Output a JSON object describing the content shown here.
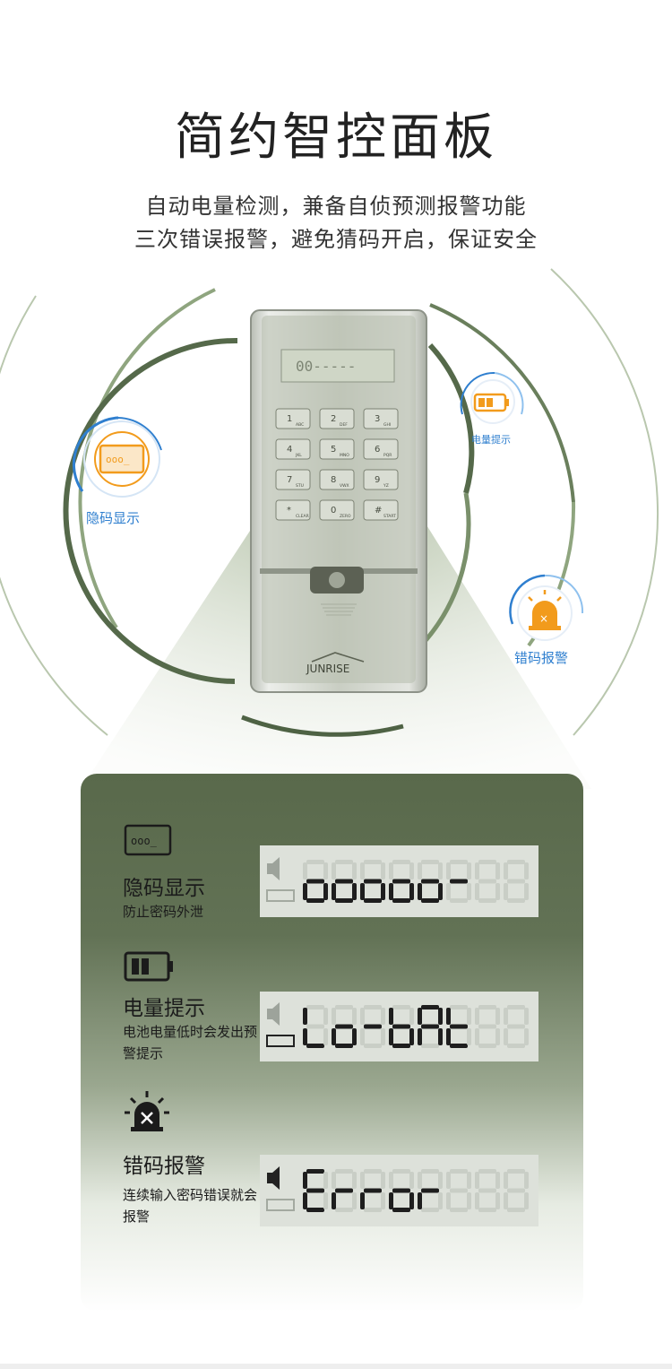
{
  "heading": {
    "title": "简约智控面板",
    "line1": "自动电量检测，兼备自侦预测报警功能",
    "line2": "三次错误报警，避免猜码开启，保证安全"
  },
  "product": {
    "display_text": "00-----",
    "keys": [
      {
        "main": "1",
        "sub": "ABC"
      },
      {
        "main": "2",
        "sub": "DEF"
      },
      {
        "main": "3",
        "sub": "GHI"
      },
      {
        "main": "4",
        "sub": "JKL"
      },
      {
        "main": "5",
        "sub": "MNO"
      },
      {
        "main": "6",
        "sub": "PQR"
      },
      {
        "main": "7",
        "sub": "STU"
      },
      {
        "main": "8",
        "sub": "VWX"
      },
      {
        "main": "9",
        "sub": "YZ"
      },
      {
        "main": "*",
        "sub": "CLEAR"
      },
      {
        "main": "0",
        "sub": "ZERO"
      },
      {
        "main": "#",
        "sub": "START"
      }
    ],
    "brand": "JUNRISE"
  },
  "badges": {
    "hidden_code": "隐码显示",
    "battery": "电量提示",
    "alarm": "错码报警"
  },
  "features": [
    {
      "name": "隐码显示",
      "desc": "防止密码外泄",
      "lcd": "ooooo-"
    },
    {
      "name": "电量提示",
      "desc": "电池电量低时会发出预警提示",
      "lcd": "Lo-bAt"
    },
    {
      "name": "错码报警",
      "desc": "连续输入密码错误就会报警",
      "lcd": "Error"
    }
  ],
  "colors": {
    "accent_blue": "#2f7fcf",
    "orange": "#f29b1c",
    "panel_green": "#5a6a4c",
    "ring_green": "#7d9470"
  }
}
